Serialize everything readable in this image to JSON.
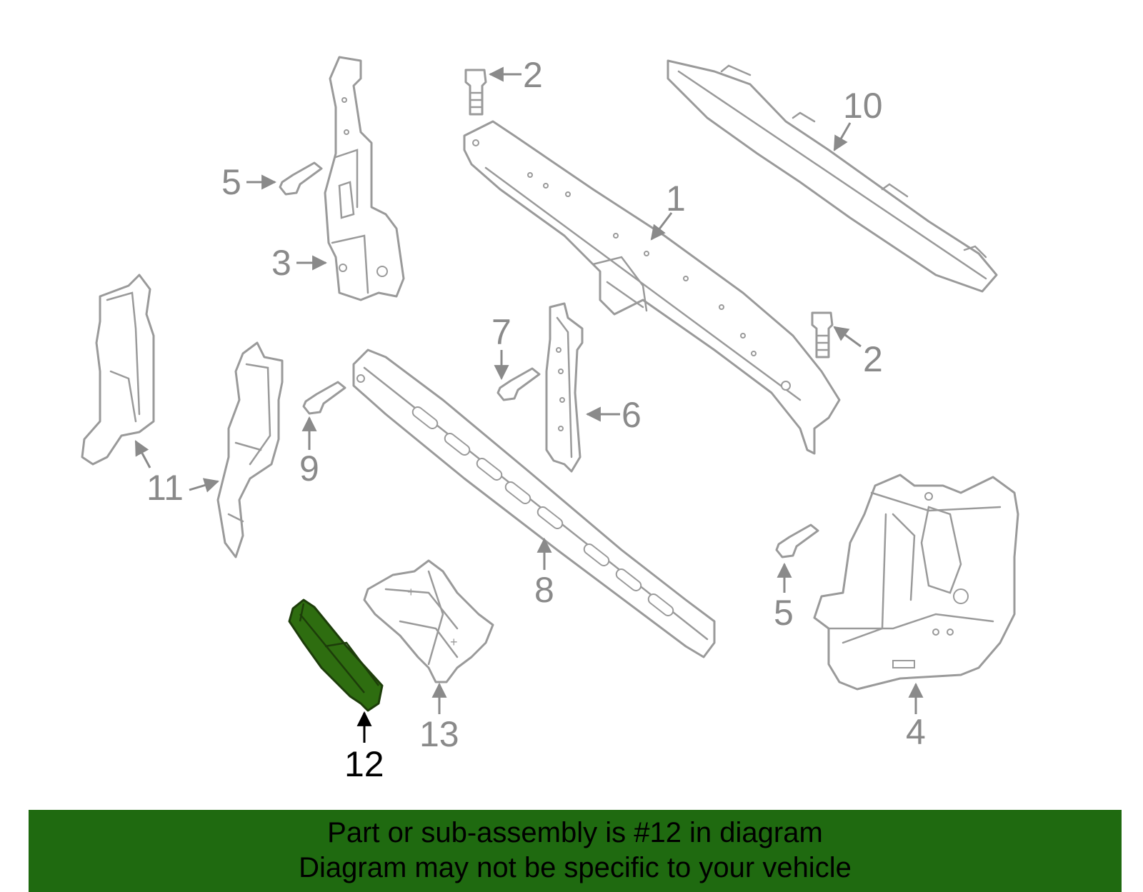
{
  "diagram": {
    "callouts": [
      {
        "id": "1",
        "label": "1"
      },
      {
        "id": "2a",
        "label": "2"
      },
      {
        "id": "2b",
        "label": "2"
      },
      {
        "id": "3",
        "label": "3"
      },
      {
        "id": "4",
        "label": "4"
      },
      {
        "id": "5a",
        "label": "5"
      },
      {
        "id": "5b",
        "label": "5"
      },
      {
        "id": "6",
        "label": "6"
      },
      {
        "id": "7",
        "label": "7"
      },
      {
        "id": "8",
        "label": "8"
      },
      {
        "id": "9",
        "label": "9"
      },
      {
        "id": "10",
        "label": "10"
      },
      {
        "id": "11",
        "label": "11"
      },
      {
        "id": "12",
        "label": "12"
      },
      {
        "id": "13",
        "label": "13"
      }
    ],
    "highlighted_part": "12",
    "colors": {
      "part_outline": "#9a9a9a",
      "highlight_fill": "#2e6d10",
      "banner_bg": "#1f6a10",
      "label_gray": "#8a8a8a",
      "label_highlight": "#000000"
    }
  },
  "banner": {
    "line1": "Part or sub-assembly is #12 in diagram",
    "line2": "Diagram may not be specific to your vehicle"
  }
}
